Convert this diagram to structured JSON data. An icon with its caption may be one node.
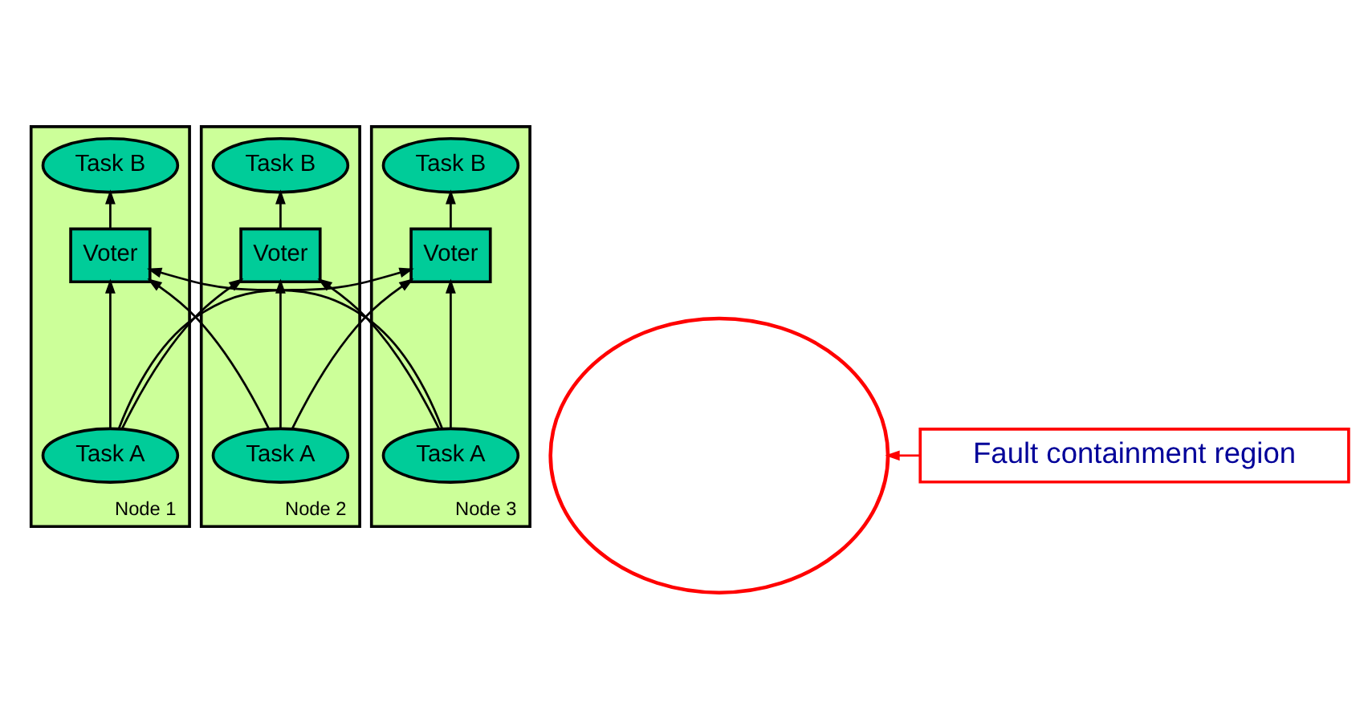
{
  "diagram": {
    "nodes": [
      {
        "text": [
          "Node 1"
        ]
      },
      {
        "text": [
          "Task A"
        ],
        "in": 0
      },
      {
        "text": [
          "Task B"
        ],
        "in": 0
      },
      {
        "text": [
          "Voter"
        ],
        "in": 0
      },
      {
        "text": [
          "Node 2"
        ]
      },
      {
        "text": [
          "Task A"
        ],
        "in": 4
      },
      {
        "text": [
          "Task B"
        ],
        "in": 4
      },
      {
        "text": [
          "Voter"
        ],
        "in": 4
      },
      {
        "text": [
          "Node 3"
        ]
      },
      {
        "text": [
          "Task A"
        ],
        "in": 8
      },
      {
        "text": [
          "Task B"
        ],
        "in": 8
      },
      {
        "text": [
          "Voter"
        ],
        "in": 8
      },
      {
        "text": [],
        "shape": "circle"
      },
      {
        "text": [
          "Fault containment region"
        ]
      }
    ],
    "edges": [
      {
        "from": 1,
        "to": 3,
        "arrow": "to"
      },
      {
        "from": 3,
        "to": 2,
        "arrow": "to"
      },
      {
        "from": 5,
        "to": 7,
        "arrow": "to"
      },
      {
        "from": 7,
        "to": 6,
        "arrow": "to"
      },
      {
        "from": 9,
        "to": 11,
        "arrow": "to"
      },
      {
        "from": 11,
        "to": 10,
        "arrow": "to"
      },
      {
        "from": 1,
        "to": 7,
        "arrow": "to"
      },
      {
        "from": 1,
        "to": 11,
        "arrow": "to"
      },
      {
        "from": 5,
        "to": 3,
        "arrow": "to"
      },
      {
        "from": 5,
        "to": 11,
        "arrow": "to"
      },
      {
        "from": 9,
        "to": 3,
        "arrow": "to"
      },
      {
        "from": 9,
        "to": 7,
        "arrow": "to"
      },
      {
        "from": 13,
        "to": 12,
        "arrow": "to",
        "color": "#ff0000"
      }
    ]
  }
}
